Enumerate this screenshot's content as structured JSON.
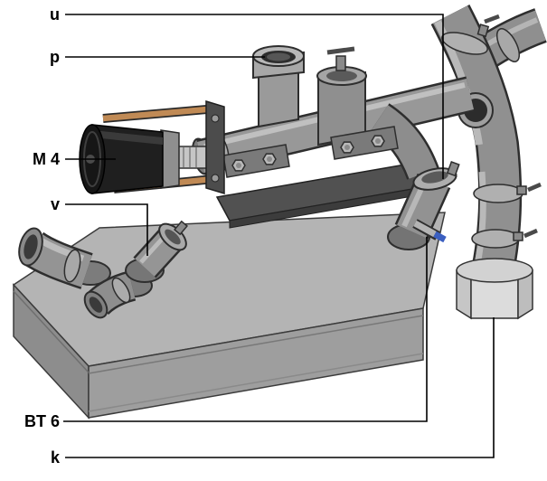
{
  "figure": {
    "background": "#ffffff",
    "labels": [
      {
        "id": "u",
        "text": "u"
      },
      {
        "id": "p",
        "text": "p"
      },
      {
        "id": "m4",
        "text": "M 4"
      },
      {
        "id": "v",
        "text": "v"
      },
      {
        "id": "bt6",
        "text": "BT 6"
      },
      {
        "id": "k",
        "text": "k"
      }
    ],
    "colors": {
      "outline": "#2e2e2e",
      "metal_light": "#b8b8b8",
      "metal_mid": "#949494",
      "metal_dark": "#6f6f6f",
      "motor_black": "#1f1f1f",
      "rod_copper": "#c08a55",
      "sensor_blue": "#3b5fc0",
      "nut_silver": "#dcdcdc",
      "leader_line": "#000000"
    }
  }
}
